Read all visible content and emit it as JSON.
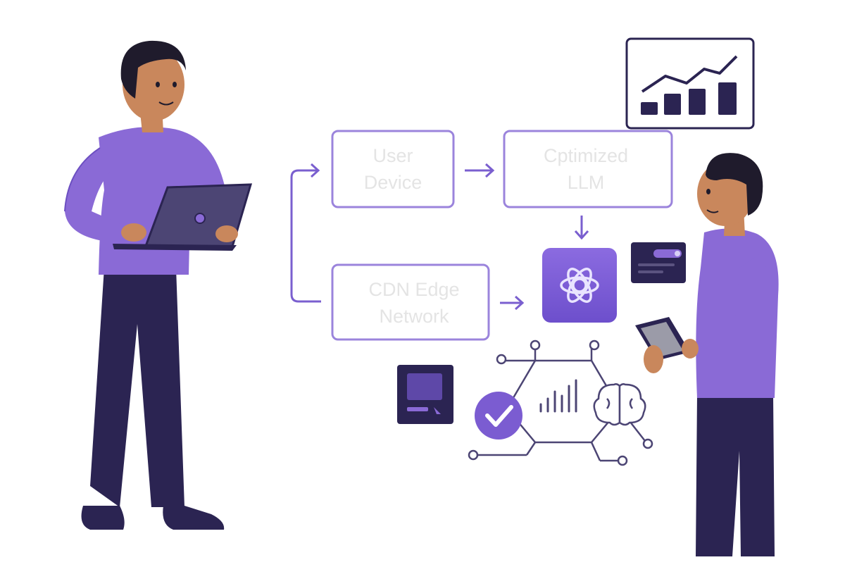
{
  "colors": {
    "purple": "#8a6ad6",
    "purple_dark": "#6c4fc1",
    "navy": "#2b2452",
    "skin": "#c9875c",
    "hair": "#1f1b2c",
    "box_border": "#9b84dc",
    "box_text": "#e4e4e4"
  },
  "diagram": {
    "nodes": [
      {
        "id": "user-device",
        "lines": [
          "User",
          "Device"
        ]
      },
      {
        "id": "optimized-llm",
        "lines": [
          "Cptimized",
          "LLM"
        ]
      },
      {
        "id": "cdn-edge",
        "lines": [
          "CDN Edge",
          "Network"
        ]
      }
    ],
    "edges": [
      {
        "from": "user-device",
        "to": "optimized-llm"
      },
      {
        "from": "optimized-llm",
        "to": "openai-logo"
      },
      {
        "from": "cdn-edge",
        "to": "openai-logo"
      },
      {
        "from": "cdn-edge",
        "to": "user-device"
      }
    ]
  },
  "icons": [
    "growth-chart-icon",
    "openai-logo-icon",
    "toggle-card-icon",
    "image-card-icon",
    "checkmark-icon",
    "bar-signal-icon",
    "brain-icon",
    "circuit-network-icon",
    "laptop-icon",
    "tablet-icon"
  ]
}
